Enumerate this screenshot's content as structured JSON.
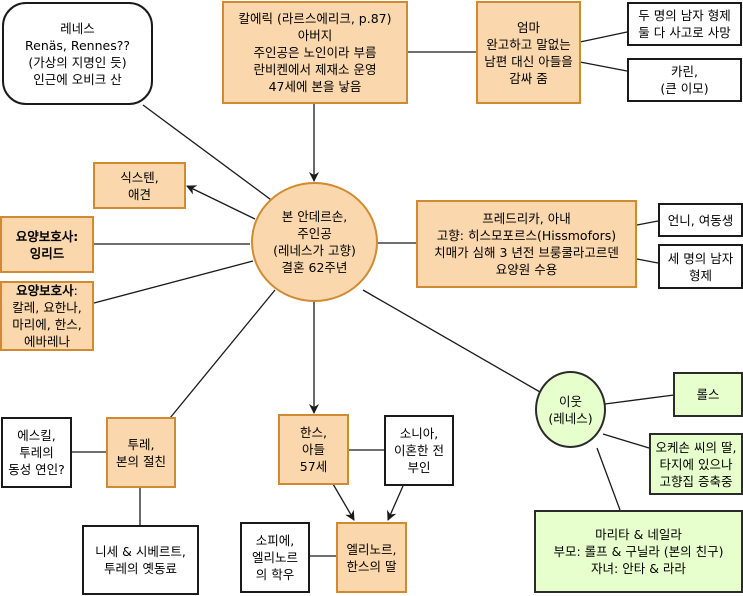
{
  "colors": {
    "orange_fill": "#fad7ac",
    "orange_stroke": "#d08b32",
    "green_fill": "#e6ffcc",
    "white_fill": "#ffffff",
    "edge": "#1a1a1a"
  },
  "nodes": {
    "renes_place": {
      "text": "레네스\nRenäs, Rennes??\n(가상의 지명인 듯)\n인근에 오비크 산"
    },
    "father": {
      "text": "칼에릭 (라르스에리크, p.87)\n아버지\n주인공은 노인이라 부름\n란비켄에서 제재소 운영\n47세에 본을 낳음"
    },
    "mother": {
      "text": "엄마\n완고하고 말없는\n남편 대신 아들을\n감싸 줌"
    },
    "two_brothers": {
      "text": "두 명의 남자 형제\n둘 다 사고로 사망"
    },
    "karin": {
      "text": "카린,\n(큰 이모)"
    },
    "sixten": {
      "text": "식스텐,\n애견"
    },
    "caregiver_ingrid": {
      "bold": "요양보호사",
      "rest": ":\n잉리드"
    },
    "caregivers_others": {
      "bold": "요양보호사",
      "rest": ":\n칼레, 요한나,\n마리에, 한스,\n에바레나"
    },
    "protagonist": {
      "text": "본 안데르손,\n주인공\n(레네스가 고향)\n결혼 62주년"
    },
    "wife": {
      "text": "프레드리카, 아내\n고향: 히스모포르스(Hissmofors)\n치매가 심해 3 년전 브룽쿨라고르덴\n요양원 수용"
    },
    "sisters": {
      "text": "언니, 여동생"
    },
    "three_brothers": {
      "text": "세 명의 남자\n형제"
    },
    "neighbors": {
      "text": "이웃\n(레네스)"
    },
    "rolls": {
      "text": "롤스"
    },
    "okesson_daughter": {
      "text": "오케손 씨의 딸,\n타지에 있으나\n고향집 증축중"
    },
    "marita_family": {
      "text": "마리타 & 네일라\n부모: 롤프 & 구닐라 (본의 친구)\n자녀: 안타 & 라라"
    },
    "eskil": {
      "text": "에스킬,\n투레의\n동성 연인?"
    },
    "ture": {
      "text": "투레,\n본의 절친"
    },
    "nisse_sivert": {
      "text": "니세 & 시베르트,\n투레의 옛동료"
    },
    "hans": {
      "text": "한스,\n아들\n57세"
    },
    "sonja": {
      "text": "소니아,\n이혼한 전\n부인"
    },
    "sofie": {
      "text": "소피에,\n엘리노르\n의 학우"
    },
    "elinor": {
      "text": "엘리노르,\n한스의 딸"
    }
  },
  "edges": [
    {
      "from": "renes_place",
      "to": "protagonist",
      "arrow": false
    },
    {
      "from": "father",
      "to": "protagonist",
      "arrow": true
    },
    {
      "from": "father",
      "to": "mother",
      "arrow": false
    },
    {
      "from": "mother",
      "to": "two_brothers",
      "arrow": false
    },
    {
      "from": "mother",
      "to": "karin",
      "arrow": false
    },
    {
      "from": "protagonist",
      "to": "sixten",
      "arrow": true
    },
    {
      "from": "protagonist",
      "to": "caregiver_ingrid",
      "arrow": false
    },
    {
      "from": "protagonist",
      "to": "caregivers_others",
      "arrow": false
    },
    {
      "from": "protagonist",
      "to": "wife",
      "arrow": false
    },
    {
      "from": "wife",
      "to": "sisters",
      "arrow": false
    },
    {
      "from": "wife",
      "to": "three_brothers",
      "arrow": false
    },
    {
      "from": "protagonist",
      "to": "neighbors",
      "arrow": false
    },
    {
      "from": "neighbors",
      "to": "rolls",
      "arrow": false
    },
    {
      "from": "neighbors",
      "to": "okesson_daughter",
      "arrow": false
    },
    {
      "from": "neighbors",
      "to": "marita_family",
      "arrow": false
    },
    {
      "from": "protagonist",
      "to": "ture",
      "arrow": false
    },
    {
      "from": "ture",
      "to": "eskil",
      "arrow": false
    },
    {
      "from": "ture",
      "to": "nisse_sivert",
      "arrow": false
    },
    {
      "from": "protagonist",
      "to": "hans",
      "arrow": true
    },
    {
      "from": "hans",
      "to": "sonja",
      "arrow": false
    },
    {
      "from": "hans",
      "to": "elinor",
      "arrow": true
    },
    {
      "from": "sonja",
      "to": "elinor",
      "arrow": true
    },
    {
      "from": "elinor",
      "to": "sofie",
      "arrow": false
    }
  ]
}
